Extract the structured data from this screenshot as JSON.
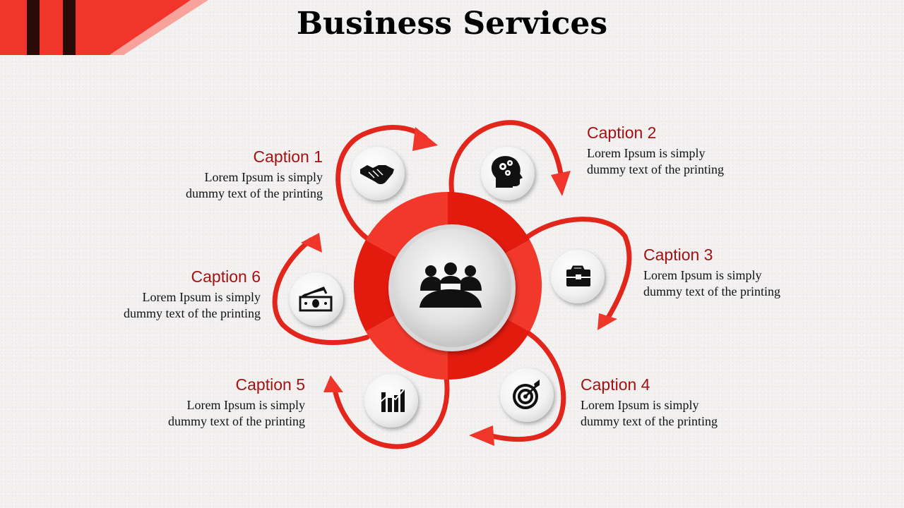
{
  "title": "Business Services",
  "colors": {
    "accent": "#e8251b",
    "accent_dark": "#c70f0a",
    "caption": "#a31212",
    "icon": "#111111"
  },
  "center": {
    "icon": "group-meeting-icon"
  },
  "items": [
    {
      "caption": "Caption 1",
      "text_line1": "Lorem Ipsum is simply",
      "text_line2": "dummy text of the printing",
      "icon": "handshake-icon"
    },
    {
      "caption": "Caption 2",
      "text_line1": "Lorem Ipsum is simply",
      "text_line2": "dummy text of the printing",
      "icon": "head-gears-icon"
    },
    {
      "caption": "Caption 3",
      "text_line1": "Lorem Ipsum is simply",
      "text_line2": "dummy text of the printing",
      "icon": "briefcase-icon"
    },
    {
      "caption": "Caption 4",
      "text_line1": "Lorem Ipsum is simply",
      "text_line2": "dummy text of the printing",
      "icon": "target-icon"
    },
    {
      "caption": "Caption 5",
      "text_line1": "Lorem Ipsum is simply",
      "text_line2": "dummy text of the printing",
      "icon": "bar-chart-icon"
    },
    {
      "caption": "Caption 6",
      "text_line1": "Lorem Ipsum is simply",
      "text_line2": "dummy text of the printing",
      "icon": "money-icon"
    }
  ]
}
